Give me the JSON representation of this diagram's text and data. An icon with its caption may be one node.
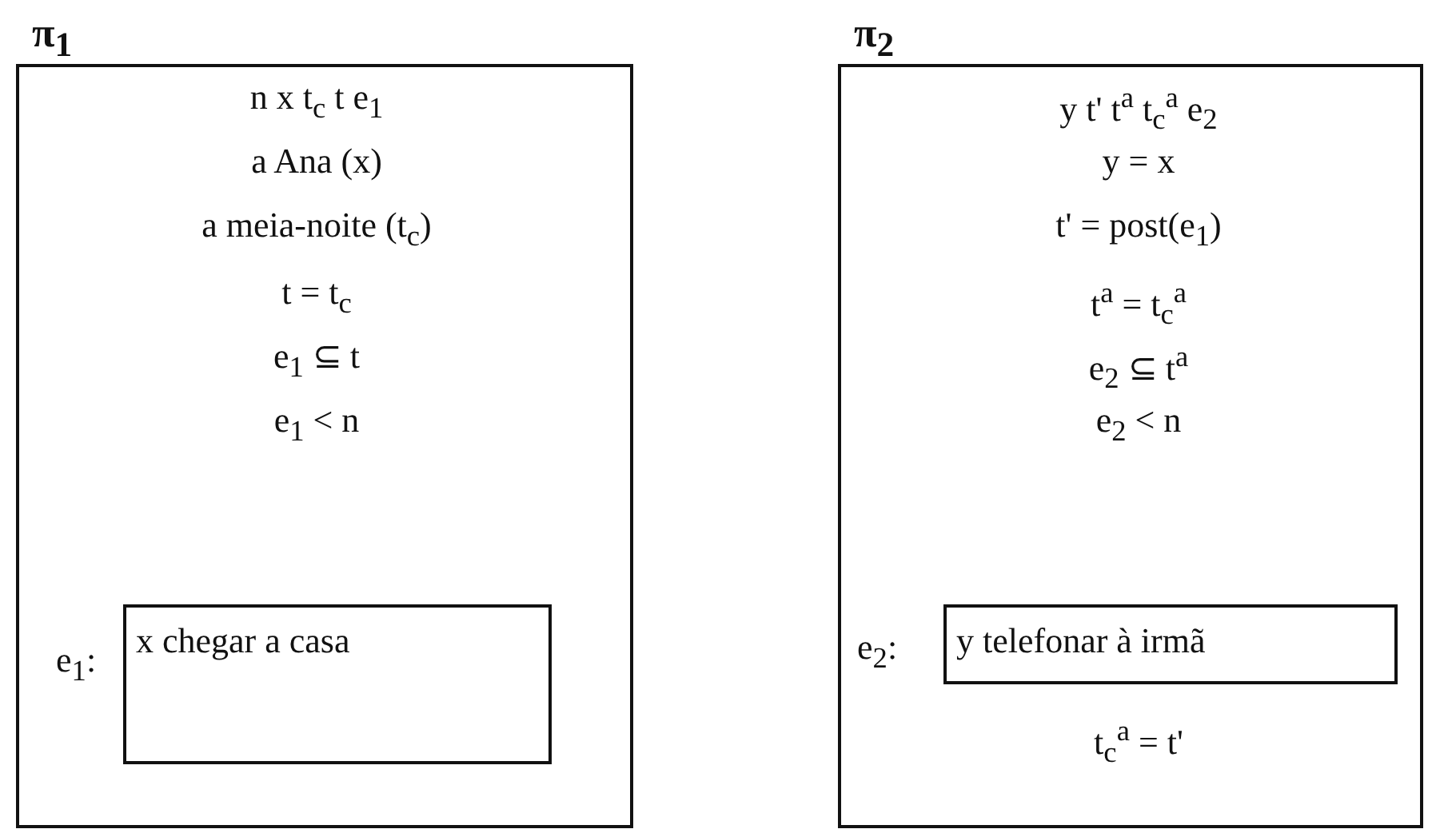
{
  "diagram": {
    "nodes": [
      {
        "text": [
          "π$_{1}$",
          "n x t$_{c}$ t e$_{1}$",
          "a Ana (x)",
          "a meia-noite (t$_{c}$)",
          "t = t$_{c}$",
          "e$_{1}$ ⊆ t",
          "e$_{1}$ < n"
        ]
      },
      {
        "text": [
          "x chegar a casa"
        ],
        "in": 0,
        "beside": [
          "e$_{1}$:"
        ]
      },
      {
        "text": [
          "π$_{2}$",
          "y t' t$^{a}$ t$_{c}$$^{a}$ e$_{2}$",
          "y = x",
          "t' = post(e$_{1}$)",
          "t$^{a}$ = t$_{c}$$^{a}$",
          "e$_{2}$ ⊆ t$^{a}$",
          "e$_{2}$ < n",
          "t$_{c}$$^{a}$ = t'"
        ]
      },
      {
        "text": [
          "y telefonar à irmã"
        ],
        "in": 2,
        "beside": [
          "e$_{2}$:"
        ]
      }
    ]
  }
}
